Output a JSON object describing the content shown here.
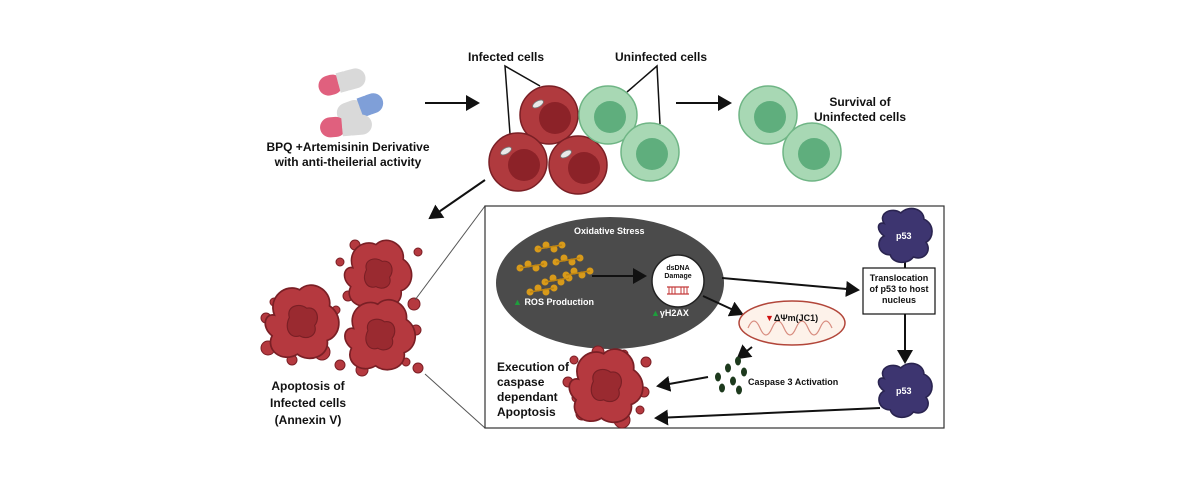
{
  "labels": {
    "drug_line1": "BPQ +Artemisinin Derivative",
    "drug_line2": "with anti-theilerial activity",
    "infected_cells": "Infected cells",
    "uninfected_cells": "Uninfected cells",
    "survival_line1": "Survival of",
    "survival_line2": "Uninfected cells",
    "apoptosis_line1": "Apoptosis of",
    "apoptosis_line2": "Infected cells",
    "apoptosis_line3": "(Annexin V)",
    "oxidative_stress": "Oxidative Stress",
    "ros_production": "ROS Production",
    "dsdna_line1": "dsDNA",
    "dsdna_line2": "Damage",
    "gamma_h2ax": "γH2AX",
    "delta_psi": "ΔΨm(JC1)",
    "caspase_activation": "Caspase 3 Activation",
    "p53": "p53",
    "translocation_line1": "Translocation",
    "translocation_line2": "of p53 to host",
    "translocation_line3": "nucleus",
    "execution_line1": "Execution of",
    "execution_line2": "caspase",
    "execution_line3": "dependant",
    "execution_line4": "Apoptosis"
  },
  "colors": {
    "infected_cell": "#b03a3e",
    "infected_nucleus": "#8c2228",
    "uninfected_cell": "#a8d8b4",
    "uninfected_nucleus": "#5fae7d",
    "apoptotic_cell": "#b5393f",
    "ros": "#d89a1a",
    "p53": "#3d3570",
    "caspase": "#1d3a1d",
    "oxidative_bg": "#4b4b4b",
    "capsule_pink": "#e0607e",
    "capsule_blue": "#7f9fd8"
  },
  "icons": [
    "capsule-icon",
    "infected-cell-icon",
    "uninfected-cell-icon",
    "apoptotic-cell-icon",
    "mitochondrion-icon",
    "dna-icon",
    "p53-protein-icon",
    "caspase-icon"
  ]
}
